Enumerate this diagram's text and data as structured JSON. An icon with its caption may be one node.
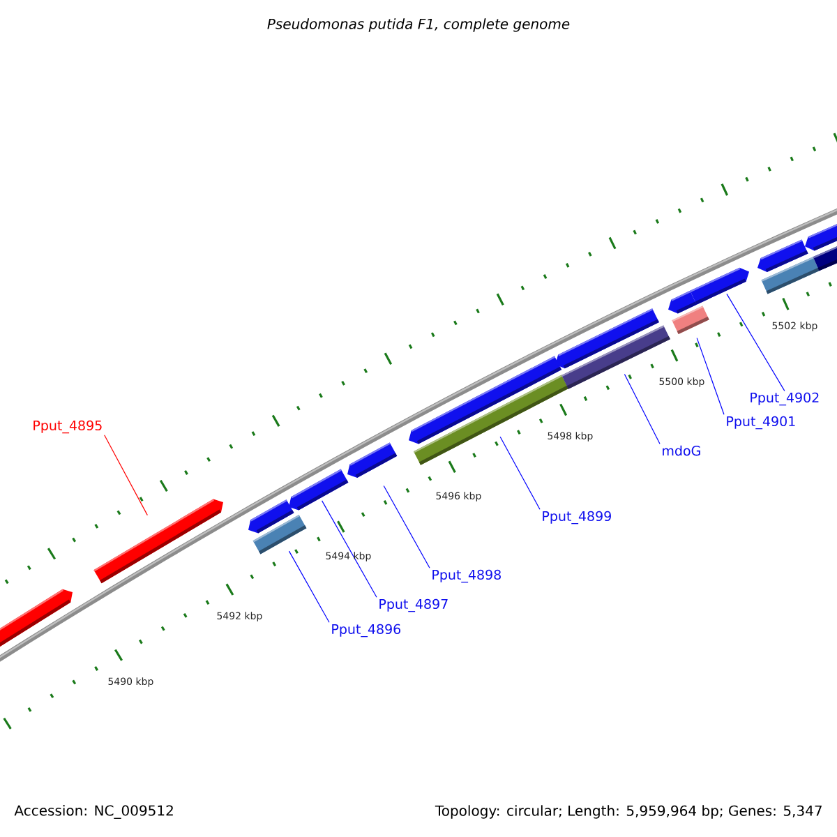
{
  "diagram": {
    "title": "Pseudomonas putida F1, complete genome",
    "nodes": [
      {
        "text": [
          "Pput_4895"
        ]
      },
      {
        "text": [
          "Pput_4896"
        ]
      },
      {
        "text": [
          "Pput_4897"
        ]
      },
      {
        "text": [
          "Pput_4898"
        ]
      },
      {
        "text": [
          "Pput_4899"
        ]
      },
      {
        "text": [
          "mdoG"
        ]
      },
      {
        "text": [
          "Pput_4901"
        ]
      },
      {
        "text": [
          "Pput_4902"
        ]
      },
      {
        "text": [],
        "shape": "bar"
      },
      {
        "text": [],
        "shape": "bar"
      },
      {
        "text": [],
        "shape": "bar"
      },
      {
        "text": [],
        "shape": "bar"
      },
      {
        "text": [],
        "shape": "bar"
      },
      {
        "text": [],
        "shape": "bar"
      },
      {
        "text": [],
        "shape": "bar"
      },
      {
        "text": [],
        "shape": "bar"
      },
      {
        "text": [],
        "shape": "bar"
      },
      {
        "text": [],
        "shape": "bar"
      },
      {
        "text": [],
        "shape": "bar"
      },
      {
        "text": [],
        "shape": "bar"
      },
      {
        "text": [],
        "shape": "bar"
      },
      {
        "text": [],
        "shape": "bar"
      },
      {
        "text": [],
        "shape": "bar"
      },
      {
        "text": [],
        "shape": "bar"
      },
      {
        "text": [],
        "shape": "bar"
      }
    ],
    "edges": [
      {
        "from": 0,
        "to": 9,
        "arrow": "none",
        "color": "#ff0000"
      },
      {
        "from": 1,
        "to": 11,
        "arrow": "none"
      },
      {
        "from": 2,
        "to": 12,
        "arrow": "none"
      },
      {
        "from": 3,
        "to": 13,
        "arrow": "none"
      },
      {
        "from": 4,
        "to": 15,
        "arrow": "none"
      },
      {
        "from": 5,
        "to": 17,
        "arrow": "none"
      },
      {
        "from": 6,
        "to": 19,
        "arrow": "none"
      },
      {
        "from": 7,
        "to": 20,
        "arrow": "none"
      }
    ],
    "labels": [
      "5490 kbp",
      "5492 kbp",
      "5494 kbp",
      "5496 kbp",
      "5498 kbp",
      "5500 kbp",
      "5502 kbp",
      "Accession: NC_009512",
      "Topology: circular; Length: 5,959,964 bp; Genes: 5,347"
    ]
  }
}
